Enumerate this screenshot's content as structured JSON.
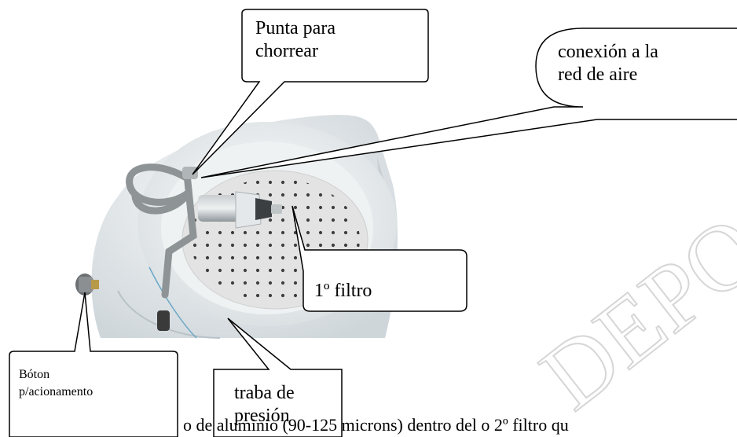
{
  "callouts": {
    "punta": "Punta para\nchorrear",
    "conexion": "conexión a la\nred de aire",
    "filtro": "1º filtro",
    "traba": "traba de\npresión",
    "boton": "Bóton\np/acionamento"
  },
  "body_text": "o de aluminio (90-125 microns) dentro del  o 2º filtro qu",
  "watermark": "DEPO",
  "colors": {
    "vessel": "#e9eef0",
    "rim": "#f3f6f7",
    "filter_disk": "#e4e4e4",
    "perforation": "#2b2b2b",
    "hose": "#8e9496",
    "nozzle_tip": "#3c3f42",
    "watermark": "#d9d9d9"
  }
}
